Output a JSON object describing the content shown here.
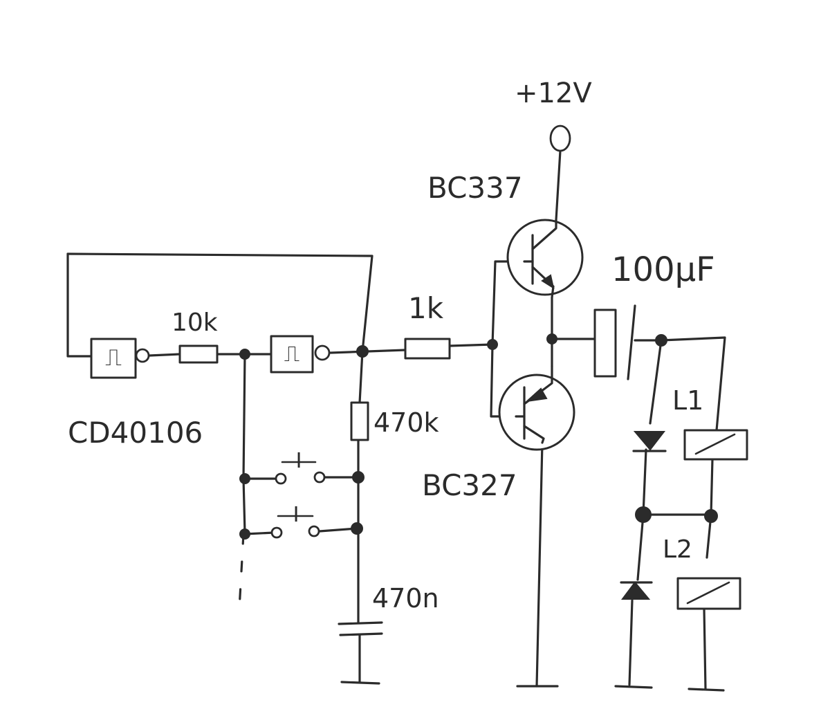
{
  "labels": {
    "supply": "+12V",
    "npn": "BC337",
    "pnp": "BC327",
    "ic": "CD40106",
    "r1": "10k",
    "r2": "1k",
    "r3": "470k",
    "cap_out": "100µF",
    "cap_timing": "470n",
    "coil1": "L1",
    "coil2": "L2"
  },
  "schmitt_symbol": "⎍",
  "switch_symbol": "I"
}
